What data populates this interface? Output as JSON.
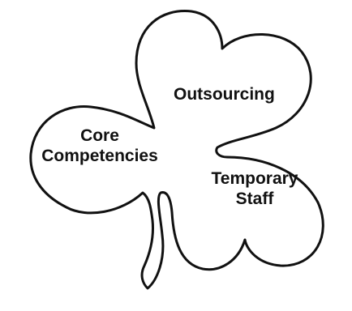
{
  "diagram": {
    "leaves": [
      {
        "id": "outsourcing",
        "lines": [
          "Outsourcing"
        ]
      },
      {
        "id": "core-competencies",
        "lines": [
          "Core",
          "Competencies"
        ]
      },
      {
        "id": "temporary-staff",
        "lines": [
          "Temporary",
          "Staff"
        ]
      }
    ]
  },
  "colors": {
    "outline": "#111111",
    "background": "#ffffff",
    "text": "#111111"
  }
}
